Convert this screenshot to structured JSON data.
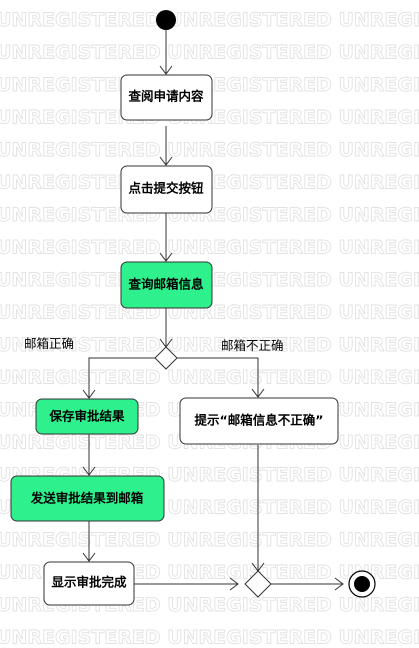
{
  "watermark": "UNREGISTERED UNREGISTERED UNREGISTERED",
  "colors": {
    "highlight": "#2ef08c",
    "normal": "#ffffff",
    "line": "#333333"
  },
  "nodes": {
    "review_request": "查阅申请内容",
    "click_submit": "点击提交按钮",
    "query_email": "查询邮箱信息",
    "save_result": "保存审批结果",
    "send_result": "发送审批结果到邮箱",
    "show_complete": "显示审批完成",
    "prompt_error": "提示“邮箱信息不正确”"
  },
  "guards": {
    "email_ok": "邮箱正确",
    "email_bad": "邮箱不正确"
  }
}
